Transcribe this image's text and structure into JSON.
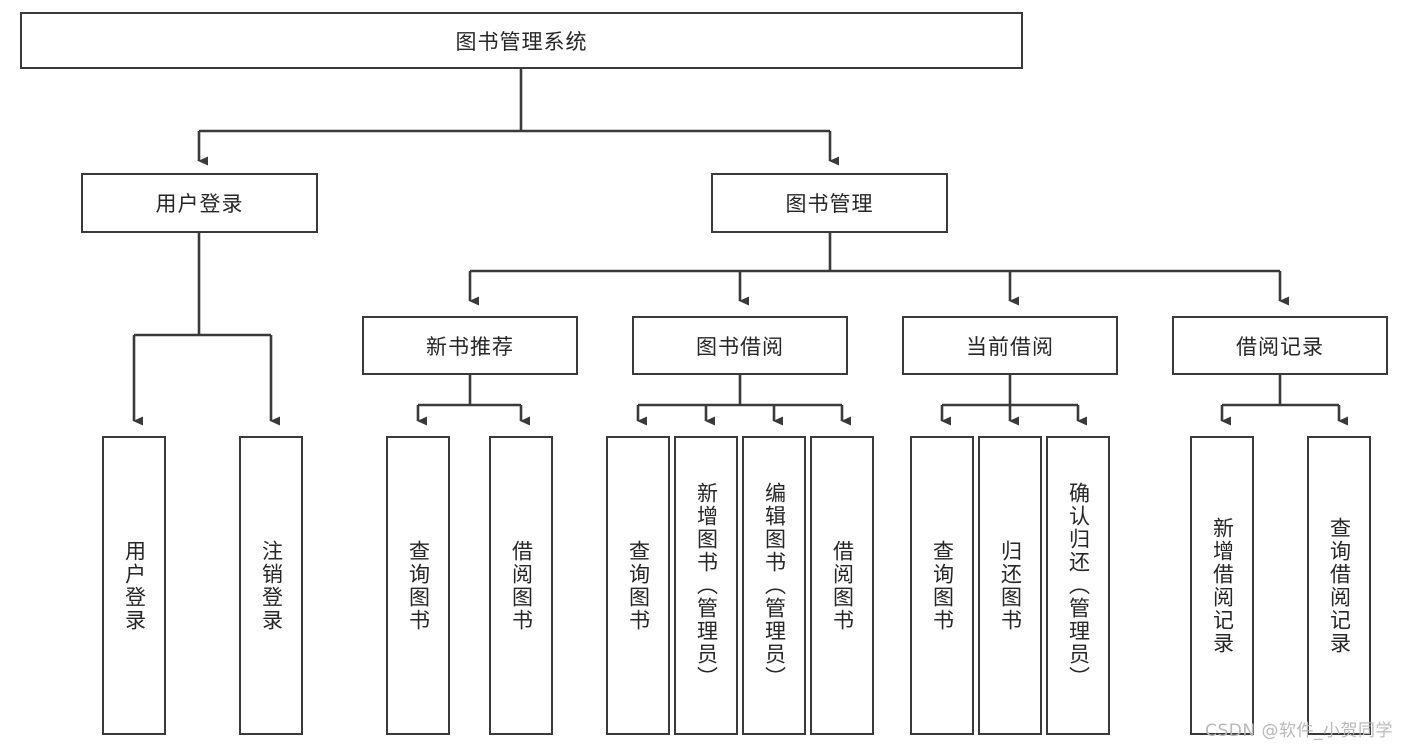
{
  "diagram": {
    "type": "tree",
    "title": "图书管理系统",
    "root": {
      "id": "root",
      "label": "图书管理系统",
      "orientation": "horizontal"
    },
    "level2": [
      {
        "id": "user-login",
        "label": "用户登录",
        "orientation": "horizontal"
      },
      {
        "id": "book-manage",
        "label": "图书管理",
        "orientation": "horizontal"
      }
    ],
    "level3": [
      {
        "id": "new-book-rec",
        "label": "新书推荐",
        "orientation": "horizontal",
        "parent": "book-manage"
      },
      {
        "id": "book-borrow",
        "label": "图书借阅",
        "orientation": "horizontal",
        "parent": "book-manage"
      },
      {
        "id": "current-borrow",
        "label": "当前借阅",
        "orientation": "horizontal",
        "parent": "book-manage"
      },
      {
        "id": "borrow-record",
        "label": "借阅记录",
        "orientation": "horizontal",
        "parent": "book-manage"
      }
    ],
    "leaves": [
      {
        "id": "leaf-user-login",
        "label": "用户登录",
        "orientation": "vertical",
        "parent": "user-login"
      },
      {
        "id": "leaf-user-logout",
        "label": "注销登录",
        "orientation": "vertical",
        "parent": "user-login"
      },
      {
        "id": "leaf-query-book-1",
        "label": "查询图书",
        "orientation": "vertical",
        "parent": "new-book-rec"
      },
      {
        "id": "leaf-borrow-book-1",
        "label": "借阅图书",
        "orientation": "vertical",
        "parent": "new-book-rec"
      },
      {
        "id": "leaf-query-book-2",
        "label": "查询图书",
        "orientation": "vertical",
        "parent": "book-borrow"
      },
      {
        "id": "leaf-add-book",
        "label": "新增图书（管理员）",
        "orientation": "vertical",
        "parent": "book-borrow"
      },
      {
        "id": "leaf-edit-book",
        "label": "编辑图书（管理员）",
        "orientation": "vertical",
        "parent": "book-borrow"
      },
      {
        "id": "leaf-borrow-book-2",
        "label": "借阅图书",
        "orientation": "vertical",
        "parent": "book-borrow"
      },
      {
        "id": "leaf-query-book-3",
        "label": "查询图书",
        "orientation": "vertical",
        "parent": "current-borrow"
      },
      {
        "id": "leaf-return-book",
        "label": "归还图书",
        "orientation": "vertical",
        "parent": "current-borrow"
      },
      {
        "id": "leaf-confirm-return",
        "label": "确认归还（管理员）",
        "orientation": "vertical",
        "parent": "current-borrow"
      },
      {
        "id": "leaf-add-record",
        "label": "新增借阅记录",
        "orientation": "vertical",
        "parent": "borrow-record"
      },
      {
        "id": "leaf-query-record",
        "label": "查询借阅记录",
        "orientation": "vertical",
        "parent": "borrow-record"
      }
    ]
  },
  "colors": {
    "border": "#3a3a3a",
    "text": "#262626",
    "background": "#ffffff",
    "connector": "#3a3a3a",
    "watermark": "#b9b9b9"
  },
  "watermark": {
    "text": "CSDN @软件_小贺同学"
  }
}
